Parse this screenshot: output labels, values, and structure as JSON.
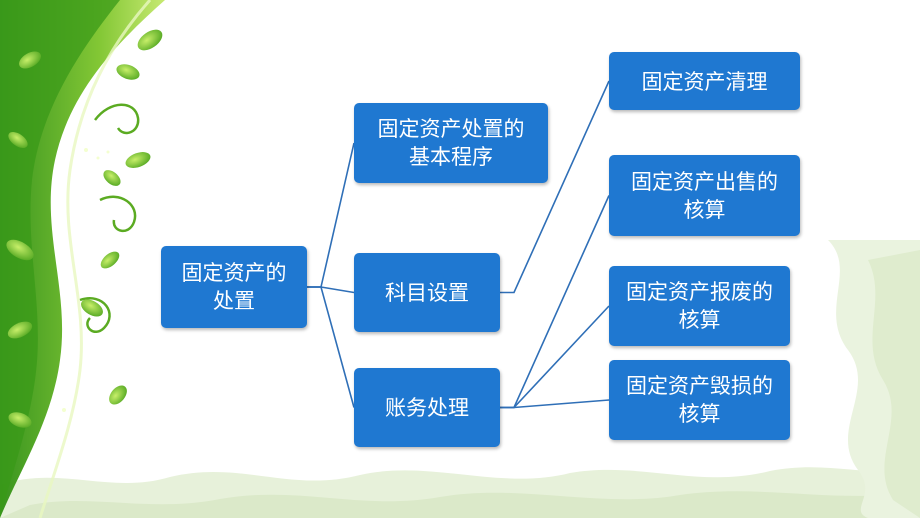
{
  "diagram": {
    "root": {
      "label": "固定资产的\n处置"
    },
    "level1": [
      {
        "label": "固定资产处置的\n基本程序"
      },
      {
        "label": "科目设置"
      },
      {
        "label": "账务处理"
      }
    ],
    "level2": [
      {
        "label": "固定资产清理"
      },
      {
        "label": "固定资产出售的\n核算"
      },
      {
        "label": "固定资产报废的\n核算"
      },
      {
        "label": "固定资产毁损的\n核算"
      }
    ],
    "edges": [
      {
        "from": "root",
        "to": "level1.0"
      },
      {
        "from": "root",
        "to": "level1.1"
      },
      {
        "from": "root",
        "to": "level1.2"
      },
      {
        "from": "level1.1",
        "to": "level2.0"
      },
      {
        "from": "level1.2",
        "to": "level2.1"
      },
      {
        "from": "level1.2",
        "to": "level2.2"
      },
      {
        "from": "level1.2",
        "to": "level2.3"
      }
    ]
  },
  "colors": {
    "node_fill": "#1f78d1",
    "node_text": "#ffffff",
    "connector": "#2f6fb7",
    "vine_dark": "#3d9b1a",
    "vine_light": "#9bd43a",
    "grunge": "#e4efd6"
  },
  "decoration": {
    "left_art": "green-vine-icon",
    "bottom_art": "grunge-texture"
  }
}
